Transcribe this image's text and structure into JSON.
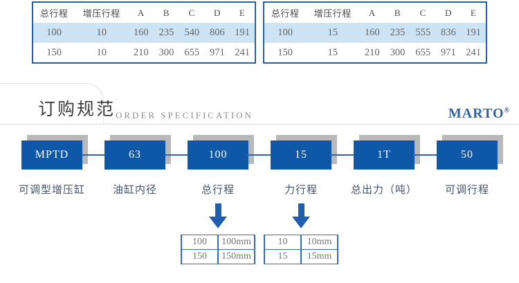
{
  "colors": {
    "table_border_blue": "#2160a6",
    "row_highlight_blue": "#cde4f6",
    "box_blue": "#0f57a7",
    "shadow_gray": "#b9b9b9",
    "brand_blue": "#2e63a8",
    "arrow_blue": "#1f5fad",
    "label_navy": "#44546a"
  },
  "spec_tables": [
    {
      "headers": [
        "总行程",
        "增压行程",
        "A",
        "B",
        "C",
        "D",
        "E"
      ],
      "rows": [
        [
          "100",
          "10",
          "160",
          "235",
          "540",
          "806",
          "191"
        ],
        [
          "150",
          "10",
          "210",
          "300",
          "655",
          "971",
          "241"
        ]
      ]
    },
    {
      "headers": [
        "总行程",
        "增压行程",
        "A",
        "B",
        "C",
        "D",
        "E"
      ],
      "rows": [
        [
          "100",
          "15",
          "160",
          "235",
          "555",
          "836",
          "191"
        ],
        [
          "150",
          "15",
          "210",
          "300",
          "655",
          "971",
          "241"
        ]
      ]
    }
  ],
  "section": {
    "title_zh": "订购规范",
    "title_en": "ORDER SPECIFICATION",
    "brand": "MARTO",
    "brand_reg": "®"
  },
  "order_code": {
    "segments": [
      {
        "code": "MPTD",
        "label": "可调型增压缸"
      },
      {
        "code": "63",
        "label": "油缸内径"
      },
      {
        "code": "100",
        "label": "总行程",
        "options": [
          [
            "100",
            "100mm"
          ],
          [
            "150",
            "150mm"
          ]
        ]
      },
      {
        "code": "15",
        "label": "力行程",
        "options": [
          [
            "10",
            "10mm"
          ],
          [
            "15",
            "15mm"
          ]
        ]
      },
      {
        "code": "1T",
        "label": "总出力（吨）"
      },
      {
        "code": "50",
        "label": "可调行程"
      }
    ]
  }
}
